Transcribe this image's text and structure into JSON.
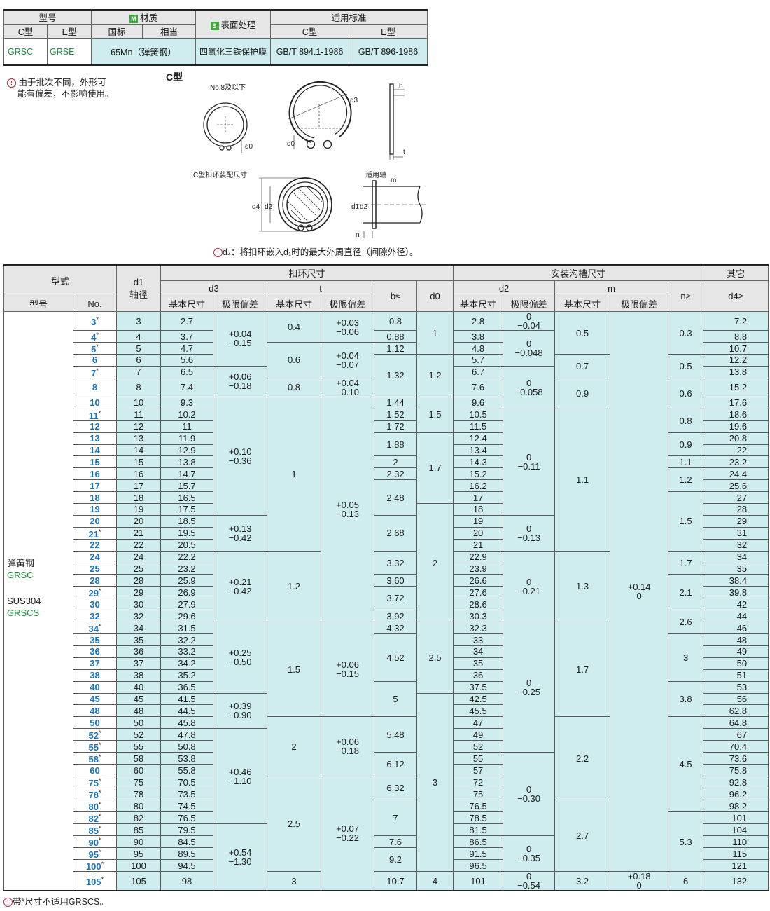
{
  "material_table": {
    "h_model": "型号",
    "h_material": "材质",
    "h_surface": "表面处理",
    "h_standard": "适用标准",
    "tag_m": "M",
    "tag_s": "S",
    "h_ctype": "C型",
    "h_etype": "E型",
    "h_gb": "国标",
    "h_equiv": "相当",
    "h_std_c": "C型",
    "h_std_e": "E型",
    "v_c": "GRSC",
    "v_e": "GRSE",
    "v_material": "65Mn（弹簧钢）",
    "v_surface": "四氧化三铁保护膜",
    "v_std_c": "GB/T 894.1-1986",
    "v_std_e": "GB/T 896-1986"
  },
  "note": {
    "icon": "warning-icon",
    "line1": "由于批次不同，外形可",
    "line2": "能有偏差，不影响使用。"
  },
  "drawing": {
    "ctype_label": "C型",
    "small_label": "No.8及以下",
    "assembly_label": "C型扣环装配尺寸",
    "shaft_label": "适用轴",
    "d3": "d3",
    "d0": "d0",
    "b": "b",
    "t": "t",
    "d4": "d4",
    "d2": "d2",
    "d1": "d1",
    "m": "m",
    "n": "n",
    "d4_note": "d₄：将扣环嵌入d₁时的最大外周直径（间隙外径）。"
  },
  "header": {
    "type": "型式",
    "d1": "d1",
    "d1_sub": "轴径",
    "ring": "扣环尺寸",
    "groove": "安装沟槽尺寸",
    "other": "其它",
    "d3": "d3",
    "t": "t",
    "b": "b≈",
    "d0": "d0",
    "d2": "d2",
    "m": "m",
    "n": "n≥",
    "d4": "d4≥",
    "model": "型号",
    "no": "No.",
    "basic": "基本尺寸",
    "tol": "极限偏差"
  },
  "model_cell": {
    "l1": "弹簧钢",
    "l2": "GRSC",
    "l3": "SUS304",
    "l4": "GRSCS"
  },
  "rows": [
    {
      "no": "3",
      "star": true,
      "d1": "3",
      "d3": "2.7",
      "d2": "2.8",
      "d4": "7.2"
    },
    {
      "no": "4",
      "star": true,
      "d1": "4",
      "d3": "3.7",
      "d2": "3.8",
      "d4": "8.8"
    },
    {
      "no": "5",
      "star": true,
      "d1": "5",
      "d3": "4.7",
      "d2": "4.8",
      "d4": "10.7"
    },
    {
      "no": "6",
      "star": false,
      "d1": "6",
      "d3": "5.6",
      "d2": "5.7",
      "d4": "12.2"
    },
    {
      "no": "7",
      "star": true,
      "d1": "7",
      "d3": "6.5",
      "d2": "6.7",
      "d4": "13.8"
    },
    {
      "no": "8",
      "star": false,
      "d1": "8",
      "d3": "7.4",
      "d2": "7.6",
      "d4": "15.2"
    },
    {
      "no": "10",
      "star": false,
      "d1": "10",
      "d3": "9.3",
      "d2": "9.6",
      "d4": "17.6"
    },
    {
      "no": "11",
      "star": true,
      "d1": "11",
      "d3": "10.2",
      "d2": "10.5",
      "d4": "18.6"
    },
    {
      "no": "12",
      "star": false,
      "d1": "12",
      "d3": "11",
      "d2": "11.5",
      "d4": "19.6"
    },
    {
      "no": "13",
      "star": false,
      "d1": "13",
      "d3": "11.9",
      "d2": "12.4",
      "d4": "20.8"
    },
    {
      "no": "14",
      "star": false,
      "d1": "14",
      "d3": "12.9",
      "d2": "13.4",
      "d4": "22"
    },
    {
      "no": "15",
      "star": false,
      "d1": "15",
      "d3": "13.8",
      "d2": "14.3",
      "d4": "23.2"
    },
    {
      "no": "16",
      "star": false,
      "d1": "16",
      "d3": "14.7",
      "d2": "15.2",
      "d4": "24.4"
    },
    {
      "no": "17",
      "star": false,
      "d1": "17",
      "d3": "15.7",
      "d2": "16.2",
      "d4": "25.6"
    },
    {
      "no": "18",
      "star": false,
      "d1": "18",
      "d3": "16.5",
      "d2": "17",
      "d4": "27"
    },
    {
      "no": "19",
      "star": false,
      "d1": "19",
      "d3": "17.5",
      "d2": "18",
      "d4": "28"
    },
    {
      "no": "20",
      "star": false,
      "d1": "20",
      "d3": "18.5",
      "d2": "19",
      "d4": "29"
    },
    {
      "no": "21",
      "star": true,
      "d1": "21",
      "d3": "19.5",
      "d2": "20",
      "d4": "31"
    },
    {
      "no": "22",
      "star": false,
      "d1": "22",
      "d3": "20.5",
      "d2": "21",
      "d4": "32"
    },
    {
      "no": "24",
      "star": false,
      "d1": "24",
      "d3": "22.2",
      "d2": "22.9",
      "d4": "34"
    },
    {
      "no": "25",
      "star": false,
      "d1": "25",
      "d3": "23.2",
      "d2": "23.9",
      "d4": "35"
    },
    {
      "no": "28",
      "star": false,
      "d1": "28",
      "d3": "25.9",
      "d2": "26.6",
      "d4": "38.4"
    },
    {
      "no": "29",
      "star": true,
      "d1": "29",
      "d3": "26.9",
      "d2": "27.6",
      "d4": "39.8"
    },
    {
      "no": "30",
      "star": false,
      "d1": "30",
      "d3": "27.9",
      "d2": "28.6",
      "d4": "42"
    },
    {
      "no": "32",
      "star": false,
      "d1": "32",
      "d3": "29.6",
      "d2": "30.3",
      "d4": "44"
    },
    {
      "no": "34",
      "star": true,
      "d1": "34",
      "d3": "31.5",
      "d2": "32.3",
      "d4": "46"
    },
    {
      "no": "35",
      "star": false,
      "d1": "35",
      "d3": "32.2",
      "d2": "33",
      "d4": "48"
    },
    {
      "no": "36",
      "star": false,
      "d1": "36",
      "d3": "33.2",
      "d2": "34",
      "d4": "49"
    },
    {
      "no": "37",
      "star": false,
      "d1": "37",
      "d3": "34.2",
      "d2": "35",
      "d4": "50"
    },
    {
      "no": "38",
      "star": false,
      "d1": "38",
      "d3": "35.2",
      "d2": "36",
      "d4": "51"
    },
    {
      "no": "40",
      "star": false,
      "d1": "40",
      "d3": "36.5",
      "d2": "37.5",
      "d4": "53"
    },
    {
      "no": "45",
      "star": false,
      "d1": "45",
      "d3": "41.5",
      "d2": "42.5",
      "d4": "56"
    },
    {
      "no": "48",
      "star": false,
      "d1": "48",
      "d3": "44.5",
      "d2": "45.5",
      "d4": "62.8"
    },
    {
      "no": "50",
      "star": false,
      "d1": "50",
      "d3": "45.8",
      "d2": "47",
      "d4": "64.8"
    },
    {
      "no": "52",
      "star": true,
      "d1": "52",
      "d3": "47.8",
      "d2": "49",
      "d4": "67"
    },
    {
      "no": "55",
      "star": true,
      "d1": "55",
      "d3": "50.8",
      "d2": "52",
      "d4": "70.4"
    },
    {
      "no": "58",
      "star": true,
      "d1": "58",
      "d3": "53.8",
      "d2": "55",
      "d4": "73.6"
    },
    {
      "no": "60",
      "star": false,
      "d1": "60",
      "d3": "55.8",
      "d2": "57",
      "d4": "75.8"
    },
    {
      "no": "75",
      "star": true,
      "d1": "75",
      "d3": "70.5",
      "d2": "72",
      "d4": "92.8"
    },
    {
      "no": "78",
      "star": true,
      "d1": "78",
      "d3": "73.5",
      "d2": "75",
      "d4": "96.2"
    },
    {
      "no": "80",
      "star": true,
      "d1": "80",
      "d3": "74.5",
      "d2": "76.5",
      "d4": "98.2"
    },
    {
      "no": "82",
      "star": true,
      "d1": "82",
      "d3": "76.5",
      "d2": "78.5",
      "d4": "101"
    },
    {
      "no": "85",
      "star": true,
      "d1": "85",
      "d3": "79.5",
      "d2": "81.5",
      "d4": "104"
    },
    {
      "no": "90",
      "star": true,
      "d1": "90",
      "d3": "84.5",
      "d2": "86.5",
      "d4": "110"
    },
    {
      "no": "95",
      "star": true,
      "d1": "95",
      "d3": "89.5",
      "d2": "91.5",
      "d4": "115"
    },
    {
      "no": "100",
      "star": true,
      "d1": "100",
      "d3": "94.5",
      "d2": "96.5",
      "d4": "121"
    },
    {
      "no": "105",
      "star": true,
      "d1": "105",
      "d3": "98",
      "d2": "101",
      "d4": "132"
    }
  ],
  "groups": {
    "d3_tol": [
      {
        "start": 0,
        "span": 4,
        "text": "+0.04\n−0.15"
      },
      {
        "start": 4,
        "span": 2,
        "text": "+0.06\n−0.18"
      },
      {
        "start": 6,
        "span": 10,
        "text": "+0.10\n−0.36"
      },
      {
        "start": 16,
        "span": 3,
        "text": "+0.13\n−0.42"
      },
      {
        "start": 19,
        "span": 6,
        "text": "+0.21\n−0.42"
      },
      {
        "start": 25,
        "span": 6,
        "text": "+0.25\n−0.50"
      },
      {
        "start": 31,
        "span": 3,
        "text": "+0.39\n−0.90"
      },
      {
        "start": 34,
        "span": 8,
        "text": "+0.46\n−1.10"
      },
      {
        "start": 42,
        "span": 5,
        "text": "+0.54\n−1.30"
      }
    ],
    "t_basic": [
      {
        "start": 0,
        "span": 2,
        "text": "0.4"
      },
      {
        "start": 2,
        "span": 3,
        "text": "0.6"
      },
      {
        "start": 5,
        "span": 1,
        "text": "0.8"
      },
      {
        "start": 6,
        "span": 13,
        "text": "1"
      },
      {
        "start": 19,
        "span": 6,
        "text": "1.2"
      },
      {
        "start": 25,
        "span": 8,
        "text": "1.5"
      },
      {
        "start": 33,
        "span": 5,
        "text": "2"
      },
      {
        "start": 38,
        "span": 8,
        "text": "2.5"
      },
      {
        "start": 46,
        "span": 1,
        "text": "3"
      }
    ],
    "t_tol": [
      {
        "start": 0,
        "span": 2,
        "text": "+0.03\n−0.06"
      },
      {
        "start": 2,
        "span": 3,
        "text": "+0.04\n−0.07"
      },
      {
        "start": 5,
        "span": 1,
        "text": "+0.04\n−0.10"
      },
      {
        "start": 6,
        "span": 19,
        "text": "+0.05\n−0.13"
      },
      {
        "start": 25,
        "span": 8,
        "text": "+0.06\n−0.15"
      },
      {
        "start": 33,
        "span": 5,
        "text": "+0.06\n−0.18"
      },
      {
        "start": 38,
        "span": 9,
        "text": "+0.07\n−0.22"
      }
    ],
    "b": [
      {
        "start": 0,
        "span": 1,
        "text": "0.8"
      },
      {
        "start": 1,
        "span": 1,
        "text": "0.88"
      },
      {
        "start": 2,
        "span": 1,
        "text": "1.12"
      },
      {
        "start": 3,
        "span": 3,
        "text": "1.32"
      },
      {
        "start": 6,
        "span": 1,
        "text": "1.44"
      },
      {
        "start": 7,
        "span": 1,
        "text": "1.52"
      },
      {
        "start": 8,
        "span": 1,
        "text": "1.72"
      },
      {
        "start": 9,
        "span": 2,
        "text": "1.88"
      },
      {
        "start": 11,
        "span": 1,
        "text": "2"
      },
      {
        "start": 12,
        "span": 1,
        "text": "2.32"
      },
      {
        "start": 13,
        "span": 3,
        "text": "2.48"
      },
      {
        "start": 16,
        "span": 3,
        "text": "2.68"
      },
      {
        "start": 19,
        "span": 2,
        "text": "3.32"
      },
      {
        "start": 21,
        "span": 1,
        "text": "3.60"
      },
      {
        "start": 22,
        "span": 2,
        "text": "3.72"
      },
      {
        "start": 24,
        "span": 1,
        "text": "3.92"
      },
      {
        "start": 25,
        "span": 1,
        "text": "4.32"
      },
      {
        "start": 26,
        "span": 4,
        "text": "4.52"
      },
      {
        "start": 30,
        "span": 3,
        "text": "5"
      },
      {
        "start": 33,
        "span": 3,
        "text": "5.48"
      },
      {
        "start": 36,
        "span": 2,
        "text": "6.12"
      },
      {
        "start": 38,
        "span": 2,
        "text": "6.32"
      },
      {
        "start": 40,
        "span": 3,
        "text": "7"
      },
      {
        "start": 43,
        "span": 1,
        "text": "7.6"
      },
      {
        "start": 44,
        "span": 2,
        "text": "9.2"
      },
      {
        "start": 46,
        "span": 1,
        "text": "10.7"
      }
    ],
    "d0": [
      {
        "start": 0,
        "span": 3,
        "text": "1"
      },
      {
        "start": 3,
        "span": 3,
        "text": "1.2"
      },
      {
        "start": 6,
        "span": 3,
        "text": "1.5"
      },
      {
        "start": 9,
        "span": 6,
        "text": "1.7"
      },
      {
        "start": 15,
        "span": 10,
        "text": "2"
      },
      {
        "start": 25,
        "span": 6,
        "text": "2.5"
      },
      {
        "start": 31,
        "span": 15,
        "text": "3"
      },
      {
        "start": 46,
        "span": 1,
        "text": "4"
      }
    ],
    "d2_tol": [
      {
        "start": 0,
        "span": 1,
        "text": "0\n−0.04"
      },
      {
        "start": 1,
        "span": 3,
        "text": "0\n−0.048"
      },
      {
        "start": 4,
        "span": 3,
        "text": "0\n−0.058"
      },
      {
        "start": 7,
        "span": 9,
        "text": "0\n−0.11"
      },
      {
        "start": 16,
        "span": 3,
        "text": "0\n−0.13"
      },
      {
        "start": 19,
        "span": 6,
        "text": "0\n−0.21"
      },
      {
        "start": 25,
        "span": 11,
        "text": "0\n−0.25"
      },
      {
        "start": 36,
        "span": 7,
        "text": "0\n−0.30"
      },
      {
        "start": 43,
        "span": 3,
        "text": "0\n−0.35"
      },
      {
        "start": 46,
        "span": 1,
        "text": "0\n−0.54"
      }
    ],
    "m_basic": [
      {
        "start": 0,
        "span": 3,
        "text": "0.5"
      },
      {
        "start": 3,
        "span": 2,
        "text": "0.7"
      },
      {
        "start": 5,
        "span": 2,
        "text": "0.9"
      },
      {
        "start": 7,
        "span": 12,
        "text": "1.1"
      },
      {
        "start": 19,
        "span": 6,
        "text": "1.3"
      },
      {
        "start": 25,
        "span": 8,
        "text": "1.7"
      },
      {
        "start": 33,
        "span": 7,
        "text": "2.2"
      },
      {
        "start": 40,
        "span": 6,
        "text": "2.7"
      },
      {
        "start": 46,
        "span": 1,
        "text": "3.2"
      }
    ],
    "m_tol": [
      {
        "start": 0,
        "span": 46,
        "text": "+0.14\n0"
      },
      {
        "start": 46,
        "span": 1,
        "text": "+0.18\n0"
      }
    ],
    "n": [
      {
        "start": 0,
        "span": 3,
        "text": "0.3"
      },
      {
        "start": 3,
        "span": 2,
        "text": "0.5"
      },
      {
        "start": 5,
        "span": 2,
        "text": "0.6"
      },
      {
        "start": 7,
        "span": 2,
        "text": "0.8"
      },
      {
        "start": 9,
        "span": 2,
        "text": "0.9"
      },
      {
        "start": 11,
        "span": 1,
        "text": "1.1"
      },
      {
        "start": 12,
        "span": 2,
        "text": "1.2"
      },
      {
        "start": 14,
        "span": 5,
        "text": "1.5"
      },
      {
        "start": 19,
        "span": 2,
        "text": "1.7"
      },
      {
        "start": 21,
        "span": 3,
        "text": "2.1"
      },
      {
        "start": 24,
        "span": 2,
        "text": "2.6"
      },
      {
        "start": 26,
        "span": 4,
        "text": "3"
      },
      {
        "start": 30,
        "span": 3,
        "text": "3.8"
      },
      {
        "start": 33,
        "span": 8,
        "text": "4.5"
      },
      {
        "start": 41,
        "span": 5,
        "text": "5.3"
      },
      {
        "start": 46,
        "span": 1,
        "text": "6"
      }
    ]
  },
  "footnote": "带*尺寸不适用GRSCS。"
}
